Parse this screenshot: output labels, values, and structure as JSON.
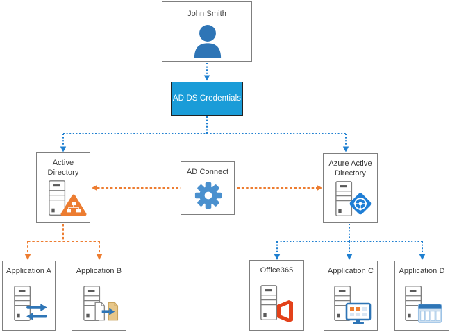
{
  "diagram": {
    "type": "identity-architecture-diagram",
    "nodes": {
      "user": {
        "label": "John Smith",
        "icon": "person-icon"
      },
      "credentials": {
        "label": "AD DS Credentials",
        "fill": "#1A9CD8"
      },
      "active_directory": {
        "label": "Active Directory",
        "icon": "server-icon, org-chart-triangle-badge"
      },
      "ad_connect": {
        "label": "AD Connect",
        "icon": "gear-icon"
      },
      "azure_ad": {
        "label": "Azure Active Directory",
        "icon": "server-icon, azure-ad-diamond-badge"
      },
      "application_a": {
        "label": "Application A",
        "icon": "server-icon, sync-arrows-badge"
      },
      "application_b": {
        "label": "Application B",
        "icon": "server-icon, document-transfer-badge"
      },
      "office365": {
        "label": "Office365",
        "icon": "server-icon, office-logo-badge"
      },
      "application_c": {
        "label": "Application C",
        "icon": "server-icon, monitor-badge"
      },
      "application_d": {
        "label": "Application D",
        "icon": "server-icon, table-badge"
      }
    },
    "edges": [
      {
        "from": "user",
        "to": "credentials",
        "style": "dotted",
        "color": "#1E7FD0",
        "arrow": "to"
      },
      {
        "from": "credentials",
        "to": "active_directory",
        "style": "dotted",
        "color": "#1E7FD0",
        "arrow": "to"
      },
      {
        "from": "credentials",
        "to": "azure_ad",
        "style": "dotted",
        "color": "#1E7FD0",
        "arrow": "to"
      },
      {
        "from": "active_directory",
        "to": "azure_ad",
        "via": "ad_connect",
        "style": "dashed",
        "color": "#ED7D31",
        "arrow": "both"
      },
      {
        "from": "active_directory",
        "to": "application_a",
        "style": "dashed",
        "color": "#ED7D31",
        "arrow": "to"
      },
      {
        "from": "active_directory",
        "to": "application_b",
        "style": "dashed",
        "color": "#ED7D31",
        "arrow": "to"
      },
      {
        "from": "azure_ad",
        "to": "office365",
        "style": "dotted",
        "color": "#1E7FD0",
        "arrow": "to"
      },
      {
        "from": "azure_ad",
        "to": "application_c",
        "style": "dotted",
        "color": "#1E7FD0",
        "arrow": "to"
      },
      {
        "from": "azure_ad",
        "to": "application_d",
        "style": "dotted",
        "color": "#1E7FD0",
        "arrow": "to"
      }
    ],
    "colors": {
      "blue_connector": "#1E7FD0",
      "orange_connector": "#ED7D31",
      "credentials_fill": "#1A9CD8",
      "icon_blue": "#2E75B6",
      "gear_blue": "#4A90CE",
      "badge_orange": "#EC7C30",
      "office_orange": "#E3411A",
      "document_tan": "#E7C78A",
      "box_border": "#7F7F7F"
    }
  }
}
